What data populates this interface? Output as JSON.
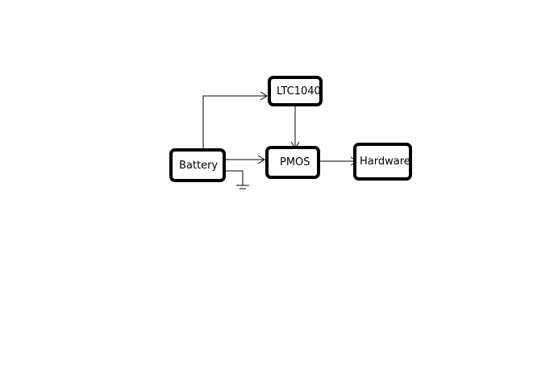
{
  "diagram": {
    "nodes": {
      "battery": {
        "label": "Battery"
      },
      "ltc1040": {
        "label": "LTC1040"
      },
      "pmos": {
        "label": "PMOS"
      },
      "hardware": {
        "label": "Hardware"
      }
    },
    "edges": [
      {
        "from": "battery",
        "to": "ltc1040"
      },
      {
        "from": "battery",
        "to": "pmos"
      },
      {
        "from": "ltc1040",
        "to": "pmos"
      },
      {
        "from": "pmos",
        "to": "hardware"
      }
    ],
    "ground_symbol": "ground-icon",
    "colors": {
      "stroke": "#000000",
      "background": "#ffffff"
    }
  }
}
